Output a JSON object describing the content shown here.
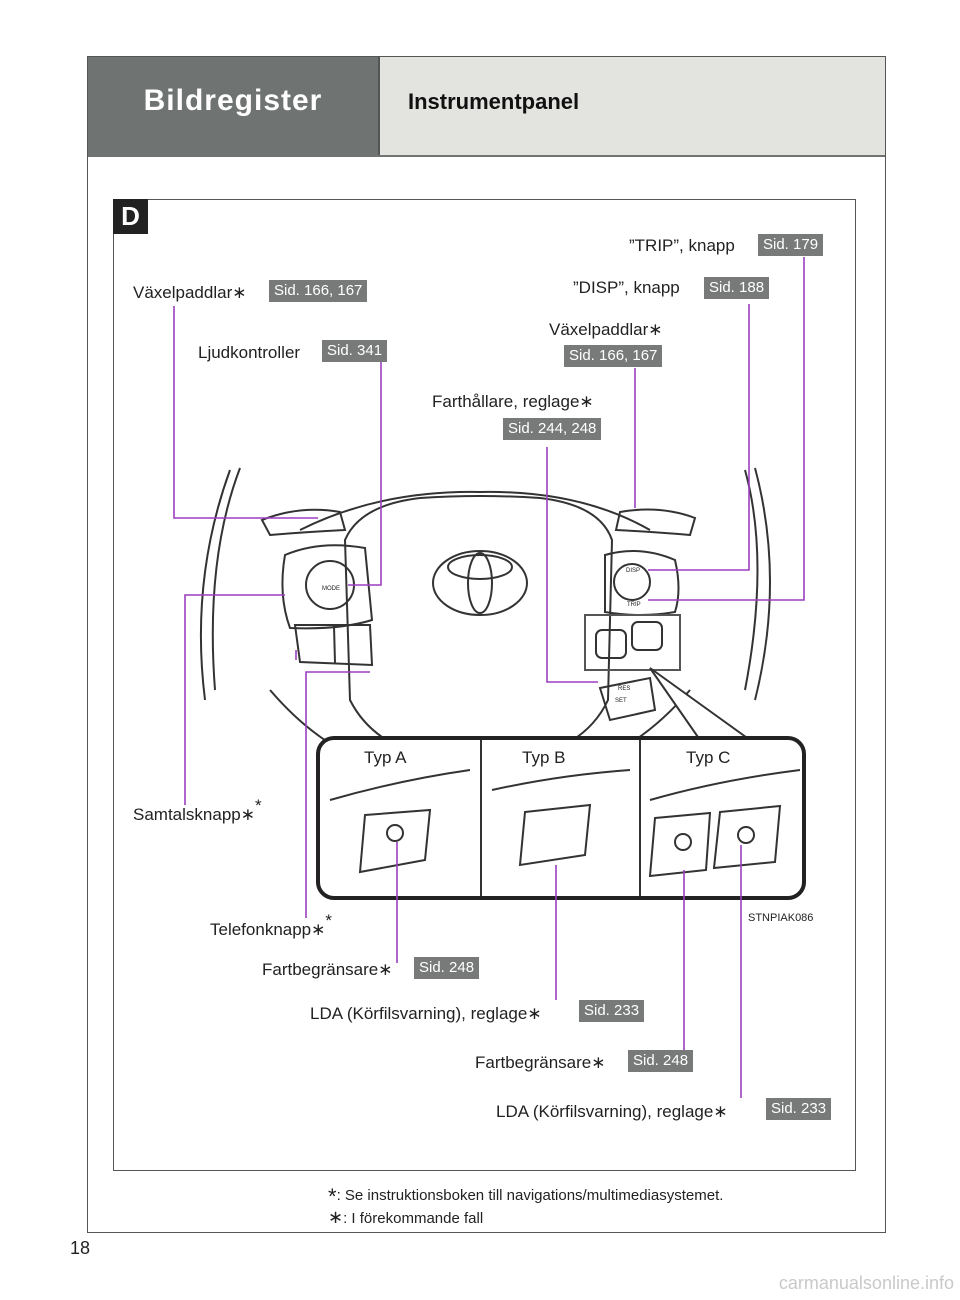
{
  "header": {
    "section_title": "Bildregister",
    "subtitle": "Instrumentpanel"
  },
  "badge": "D",
  "labels": {
    "trip": "”TRIP”, knapp",
    "disp": "”DISP”, knapp",
    "paddles_left": "Växelpaddlar",
    "paddles_right": "Växelpaddlar",
    "audio": "Ljudkontroller",
    "cruise": "Farthållare, reglage",
    "talk": "Samtalsknapp",
    "phone": "Telefonknapp",
    "speed_limiter_a": "Fartbegränsare",
    "lda_b": "LDA (Körfilsvarning), reglage",
    "speed_limiter_c": "Fartbegränsare",
    "lda_c": "LDA (Körfilsvarning), reglage"
  },
  "refs": {
    "trip": "Sid. 179",
    "disp": "Sid. 188",
    "paddles_left": "Sid. 166, 167",
    "paddles_right": "Sid. 166, 167",
    "audio": "Sid. 341",
    "cruise": "Sid. 244, 248",
    "speed_limiter_a": "Sid. 248",
    "lda_b": "Sid. 233",
    "speed_limiter_c": "Sid. 248",
    "lda_c": "Sid. 233"
  },
  "marks": {
    "asterisk_a": "∗",
    "asterisk_b": "*"
  },
  "types": {
    "a": "Typ A",
    "b": "Typ B",
    "c": "Typ C"
  },
  "image_code": "STNPIAK086",
  "wheel_text": {
    "mode": "MODE",
    "disp": "DISP",
    "trip": "TRIP",
    "res": "RES",
    "set": "SET"
  },
  "footnotes": {
    "fn1_mark": "*",
    "fn1": ": Se instruktionsboken till navigations/multimediasystemet.",
    "fn2_mark": "∗",
    "fn2": ": I förekommande fall"
  },
  "page_number": "18",
  "watermark": "carmanualsonline.info",
  "colors": {
    "header_dark": "#6f7472",
    "header_light": "#e3e3e0",
    "ref_badge": "#777a78",
    "leader_lines": "#9b3fbf"
  }
}
